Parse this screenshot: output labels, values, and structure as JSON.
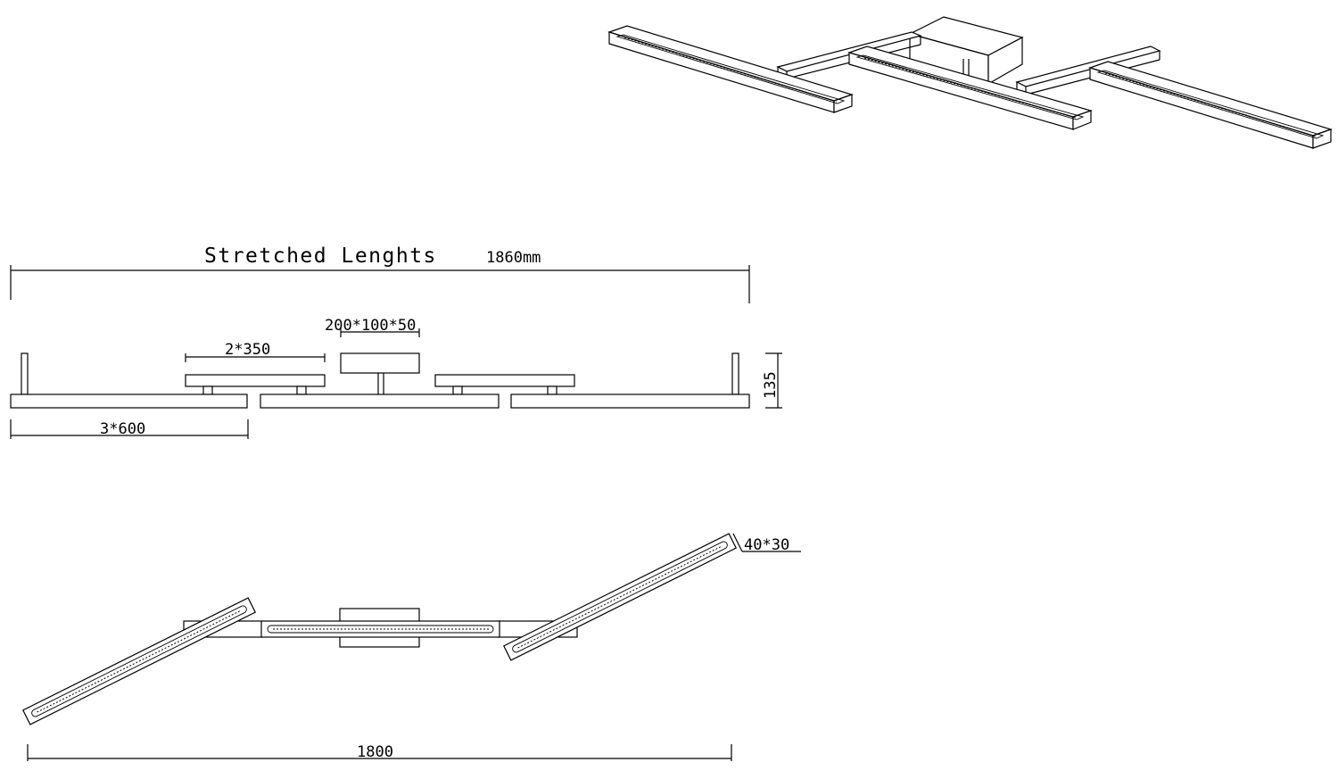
{
  "drawing": {
    "stretched_title": "Stretched Lenghts",
    "stretched_value": "1860mm",
    "canopy_dim": "200*100*50",
    "arm_dim": "2*350",
    "bar_dim": "3*600",
    "height_dim": "135",
    "profile_dim": "40*30",
    "folded_length": "1800"
  },
  "icons": {
    "perspective_view": "ceiling-lamp-perspective-icon",
    "side_view": "ceiling-lamp-side-view-icon",
    "top_view": "ceiling-lamp-top-view-icon"
  }
}
